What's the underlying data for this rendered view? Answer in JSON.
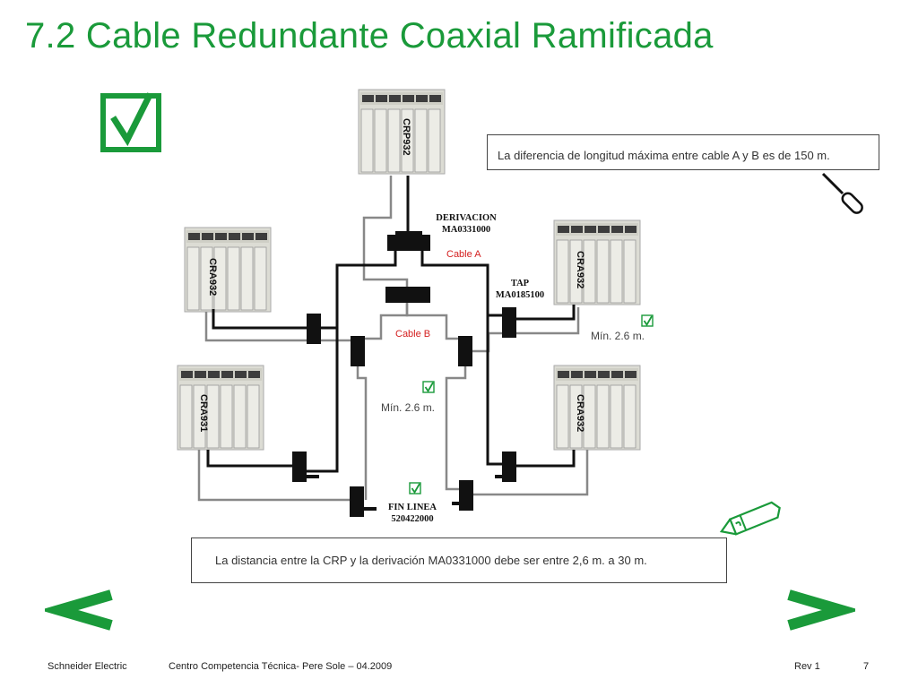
{
  "slide": {
    "title": "7.2 Cable Redundante Coaxial Ramificada",
    "note_top": "La diferencia de longitud  máxima entre cable A y B es de 150 m.",
    "note_bottom": "La distancia entre la CRP y la derivación MA0331000 debe ser entre 2,6 m. a 30 m."
  },
  "diagram": {
    "crp_label": "CRP932",
    "cra_left_top": "CRA932",
    "cra_left_bottom": "CRA931",
    "cra_right_top": "CRA932",
    "cra_right_bottom": "CRA932",
    "derivacion_line1": "DERIVACION",
    "derivacion_line2": "MA0331000",
    "cable_a": "Cable A",
    "cable_b": "Cable B",
    "tap_line1": "TAP",
    "tap_line2": "MA0185100",
    "min_right": "Mín. 2.6 m.",
    "min_center": "Mín. 2.6 m.",
    "fin_linea_line1": "FIN LINEA",
    "fin_linea_line2": "520422000"
  },
  "footer": {
    "company": "Schneider Electric",
    "center": "Centro Competencia Técnica- Pere Sole – 04.2009",
    "rev": "Rev 1",
    "page": "7"
  },
  "colors": {
    "accent_green": "#1a9a3a",
    "cable_red": "#d42020"
  },
  "icons": [
    "checkbox-icon",
    "screwdriver-icon",
    "pencil-icon",
    "prev-arrow-icon",
    "next-arrow-icon"
  ]
}
